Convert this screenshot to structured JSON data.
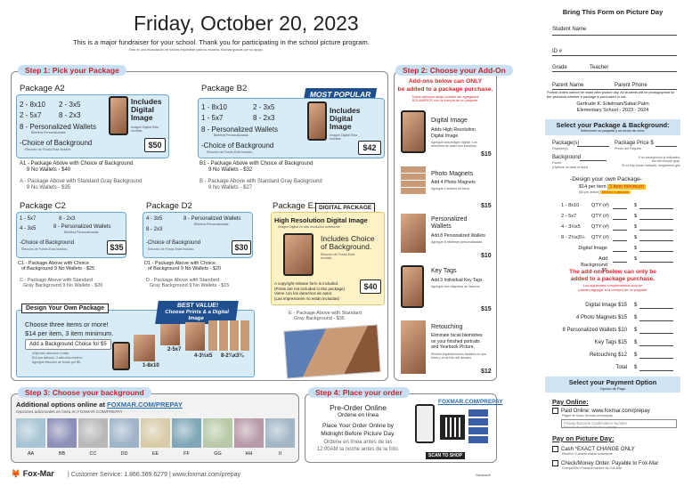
{
  "header": {
    "title": "Friday, October 20, 2023",
    "subtitle": "This is a major fundraiser for your school. Thank you for participating in the school picture program.",
    "subtitle_es": "Esto es una recaudación de fondos importante para su escuela. Muchas gracias por su apoyo."
  },
  "step1": {
    "label": "Step 1: Pick your Package"
  },
  "step2": {
    "label": "Step 2: Choose your Add-On",
    "note1": "Add-ons below can ONLY",
    "note2": "be added to a package purchase.",
    "note_es1": "Todos artículos abajo pueden ser agregados",
    "note_es2": "SOLAMENTE con la compra de un paquete."
  },
  "step3": {
    "label": "Step 3: Choose your background",
    "online_prefix": "Additional options online at ",
    "online_url": "FOXMAR.COM/PREPAY",
    "online_es": "Opciones adicionales en línea en FOXMAR.COM/PREPAY",
    "swatches": [
      "AA",
      "BB",
      "CC",
      "DD",
      "EE",
      "FF",
      "GG",
      "HH",
      "II"
    ]
  },
  "step4": {
    "label": "Step 4: Place your order",
    "preorder": "Pre-Order Online",
    "preorder_es": "Ordene en línea",
    "line1": "Place Your Order Online by",
    "line2": "Midnight Before Picture Day.",
    "es1": "Ordene en línea antes de las",
    "es2": "12:00AM la noche antes de la foto.",
    "url": "FOXMAR.COM/PREPAY",
    "scan": "SCAN TO SHOP"
  },
  "pkgA2": {
    "name": "Package A2",
    "r1a": "2 - 8x10",
    "r1b": "2 - 3x5",
    "r2a": "2 - 5x7",
    "r2b": "8 - 2x3",
    "r3": "8 - Personalized Wallets",
    "r3_es": "Billetera Personalizadas",
    "r4": "-Choice of Background",
    "r4_es": "Elección de Fondo Está Incluido.",
    "price": "$50",
    "inc1": "Includes",
    "inc2": "Digital",
    "inc3": "Image",
    "inc_es": "Imagen Digital Esta Incluida",
    "sub": "A1 - Package Above with Choice of Background",
    "sub2": "9 No Wallets - $40",
    "alt1": "A - Package Above with Standard Gray Background",
    "alt2": "9 No Wallets - $35"
  },
  "pkgB2": {
    "name": "Package B2",
    "badge": "MOST POPULAR",
    "r1a": "1 - 8x10",
    "r1b": "2 - 3x5",
    "r2a": "1 - 5x7",
    "r2b": "8 - 2x3",
    "r3": "8 - Personalized Wallets",
    "r3_es": "Billetera Personalizadas",
    "r4": "-Choice of Background",
    "r4_es": "Elección de Fondo Está Incluido.",
    "price": "$42",
    "inc1": "Includes",
    "inc2": "Digital",
    "inc3": "Image",
    "inc_es": "Imagen Digital Esta Incluida",
    "sub": "B1 - Package Above with Choice of Background",
    "sub2": "9 No Wallets - $32",
    "alt1": "B - Package Above with Standard Gray Background",
    "alt2": "9 No Wallets - $27"
  },
  "pkgC2": {
    "name": "Package C2",
    "r1a": "1 - 5x7",
    "r1b": "8 - 2x3",
    "r2a": "4 - 3x5",
    "r2b": "8 - Personalized Wallets",
    "r2b_es": "Billetera Personalizadas",
    "r4": "-Choice of Background",
    "r4_es": "Elección de Fondo Está Incluido.",
    "price": "$35",
    "sub": "C1 - Package Above with Choice",
    "sub2": "of Background 9 No Wallets - $25",
    "alt1": "C - Package Above with Standard",
    "alt2": "Gray Background 9 No Wallets - $20"
  },
  "pkgD2": {
    "name": "Package D2",
    "r1a": "4 - 3x5",
    "r1b": "8 - Personalized Wallets",
    "r1b_es": "Billetera Personalizadas",
    "r2a": "8 - 2x3",
    "r4": "-Choice of Background",
    "r4_es": "Elección de Fondo Está Incluido.",
    "price": "$30",
    "sub": "D1 - Package Above with Choice",
    "sub2": "of Background 9 No Wallets - $20",
    "alt1": "D - Package Above with Standard",
    "alt2": "Gray Background 9 No Wallets - $15"
  },
  "pkgE1": {
    "name": "Package E1",
    "badge": "DIGITAL PACKAGE",
    "title": "High Resolution Digital Image",
    "title_es": "Imagen Digital en alta resolución solamente",
    "inc1": "Includes Choice",
    "inc2": "of Background.",
    "inc_es": "Elección de Fondo Esta Incluido.",
    "note1": "A copyright release form is included.",
    "note2": "(Prints are not included in this package)",
    "note3": "Viene con los derechos de autor.",
    "note4": "(Las impresiones no están incluidas)",
    "price": "$40",
    "alt1": "E - Package Above with Standard",
    "alt2": "Gray Background - $35"
  },
  "dyo": {
    "label": "Design Your Own Package",
    "best1": "BEST VALUE!",
    "best2": "Choose Prints & a Digital Image",
    "l1": "Choose three items or more!",
    "l2": "$14 per item, 3 item minimum.",
    "btn": "Add a Background Choice for $5",
    "es1": "¡Elija tres artículos o más!",
    "es2": "$14 por artículo, 3 artículos mínimo.",
    "es3": "Agregue elección de fondo por $5.",
    "lbl1": "1-8x10",
    "lbl2": "2-5x7",
    "lbl3": "4-3½x5",
    "lbl4": "8-2¾x3¼"
  },
  "addons": [
    {
      "title": "Digital Image",
      "d1": "Adds High Resolution",
      "d2": "Digital Image",
      "es": "Agregue una imagen digital. Los derechos de autor son incluidos.",
      "price": "$15"
    },
    {
      "title": "Photo Magnets",
      "d1": "Add 4 Photo Magnets",
      "d2": "",
      "es": "Agregue 4 imanes de fotos.",
      "price": "$15"
    },
    {
      "title": "Personalized",
      "title2": "Wallets",
      "d1": "Add 8 Personalized Wallets",
      "d2": "",
      "es": "Agregue 8 billeteras personalizadas.",
      "price": "$10"
    },
    {
      "title": "Key Tags",
      "d1": "Add 3 Individual Key Tags.",
      "d2": "",
      "es": "Agregue tres etiquetas de llaveros.",
      "price": "$15"
    },
    {
      "title": "Retouching",
      "d1": "Eliminate facial blemishes",
      "d2": "on your finished portraits",
      "d3": "and Yearbook Picture.",
      "es": "Elimine imperfecciones faciales en sus fotos y en la foto del anuario.",
      "price": "$12"
    }
  ],
  "form": {
    "title": "Bring This Form on Picture Day",
    "student": "Student Name",
    "id": "ID #",
    "grade": "Grade",
    "teacher": "Teacher",
    "parent": "Parent Name",
    "phone": "Parent Phone",
    "note": "Portrait orders cannot be made after picture day. All students will be photographed for the yearbook whether a package is purchased or not.",
    "school1": "Gertrude K. Edelman/Sabal Palm",
    "school2": "Elementary School - 2023 - 2024",
    "selhdr": "Select your Package & Background:",
    "selhdr_es": "Seleccione su paquete y su fondo de color:",
    "pkg": "Package(s)",
    "pkg_es": "Paquete(s)",
    "pkgprice": "Package Price $",
    "pkgprice_es": "Precio del Paquete",
    "bg": "Background",
    "bg_es": "Fondo",
    "bgnote1": "If no background is indicated,",
    "bgnote2": "we will choose gray.",
    "bgnote_es": "Si no hay fondo indicado, elegiremos gris",
    "bgnote0": "(Options on back of flyer)",
    "dyo1": "-Design your own Package-",
    "dyo2": "$14 per item",
    "dyo3": "3 item minimum",
    "dyo4": "($4 per article)",
    "dyo5": "Mínimo 3 artículos",
    "items": [
      {
        "l": "1 - 8x10",
        "q": "QTY (#)",
        "v": "$"
      },
      {
        "l": "2 - 5x7",
        "q": "QTY (#)",
        "v": "$"
      },
      {
        "l": "4 - 3½x5",
        "q": "QTY (#)",
        "v": "$"
      },
      {
        "l": "8 - 2¾x3¼",
        "q": "QTY (#)",
        "v": "$"
      },
      {
        "l": "Digital Image",
        "q": "",
        "v": "$"
      },
      {
        "l": "Add Background $5",
        "q": "",
        "v": "$"
      }
    ],
    "addhdr1": "The add-ons below can only be",
    "addhdr2": "added to a package purchase.",
    "addhdr_es1": "Los siguientes complementos solo se",
    "addhdr_es2": "pueden agregar a la compra de un paquete",
    "add": [
      {
        "l": "Digital Image $15",
        "v": "$"
      },
      {
        "l": "4 Photo Magnets $15",
        "v": "$"
      },
      {
        "l": "8 Personalized Wallets $10",
        "v": "$"
      },
      {
        "l": "Key Tags $15",
        "v": "$"
      },
      {
        "l": "Retouching $12",
        "v": "$"
      },
      {
        "l": "Total",
        "v": "$"
      }
    ],
    "payhdr": "Select your Payment Option",
    "payhdr_es": "Opción de Pago",
    "online": "Pay Online:",
    "paid": "Paid Online: www.foxmar.com/prepay",
    "paid_es": "Pague en línea: foxmar.com/prepay",
    "conf": "Prepay Barcode Confirmation Number",
    "conf_es": "Barcode de confirmación de su prepago",
    "pday": "Pay on Picture Day:",
    "cash": "Cash *EXACT CHANGE ONLY",
    "cash_es": "Efectivo *Cambio exacto solamente",
    "check": "Check/Money Order: Payable to Fox-Mar",
    "check_es": "Cheque/Giro Postal a nombre de Fox-Mar"
  },
  "footer": {
    "brand": "Fox-Mar",
    "service": "Customer Service: 1.866.369.6279",
    "url": "www.foxmar.com/prepay",
    "code": "Sarabach"
  },
  "colors": {
    "accent": "#2a6db3",
    "red": "#d8262a",
    "light": "#d8ecf8",
    "bar": "#c7e0f3"
  }
}
